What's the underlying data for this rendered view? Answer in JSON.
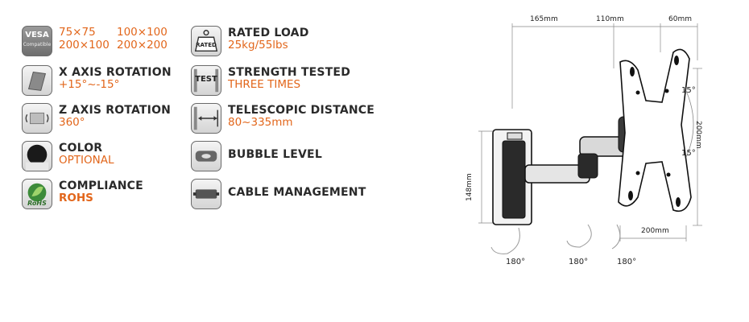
{
  "features_left": [
    {
      "icon": "vesa-icon",
      "icon_text": [
        "VESA",
        "Compatible"
      ],
      "title": "",
      "values": [
        "75×75",
        "100×100",
        "200×100",
        "200×200"
      ]
    },
    {
      "icon": "x-axis-rotation-icon",
      "title": "X AXIS ROTATION",
      "value": "+15°~-15°"
    },
    {
      "icon": "z-axis-rotation-icon",
      "title": "Z AXIS ROTATION",
      "value": "360°"
    },
    {
      "icon": "color-swatch-icon",
      "title": "COLOR",
      "value": "OPTIONAL"
    },
    {
      "icon": "rohs-leaf-icon",
      "icon_text": "RoHS",
      "title": "COMPLIANCE",
      "value": "ROHS"
    }
  ],
  "features_right": [
    {
      "icon": "rated-weight-icon",
      "icon_text": "RATED",
      "title": "RATED LOAD",
      "value": "25kg/55lbs"
    },
    {
      "icon": "test-icon",
      "icon_text": "TEST",
      "title": "STRENGTH TESTED",
      "value": "THREE TIMES"
    },
    {
      "icon": "telescopic-distance-icon",
      "title": "TELESCOPIC DISTANCE",
      "value": "80~335mm"
    },
    {
      "icon": "bubble-level-icon",
      "title": "BUBBLE LEVEL",
      "value": ""
    },
    {
      "icon": "cable-management-icon",
      "title": "CABLE MANAGEMENT",
      "value": ""
    }
  ],
  "diagram": {
    "dim_top": [
      "165mm",
      "110mm",
      "60mm"
    ],
    "dim_right": "200mm",
    "dim_bottom": "200mm",
    "dim_left": "148mm",
    "tilt_up": "15°",
    "tilt_down": "15°",
    "swivel": [
      "180°",
      "180°",
      "180°"
    ]
  },
  "colors": {
    "accent": "#e2661b",
    "title": "#2a2a2a",
    "icon_border": "#6a6a6a"
  }
}
